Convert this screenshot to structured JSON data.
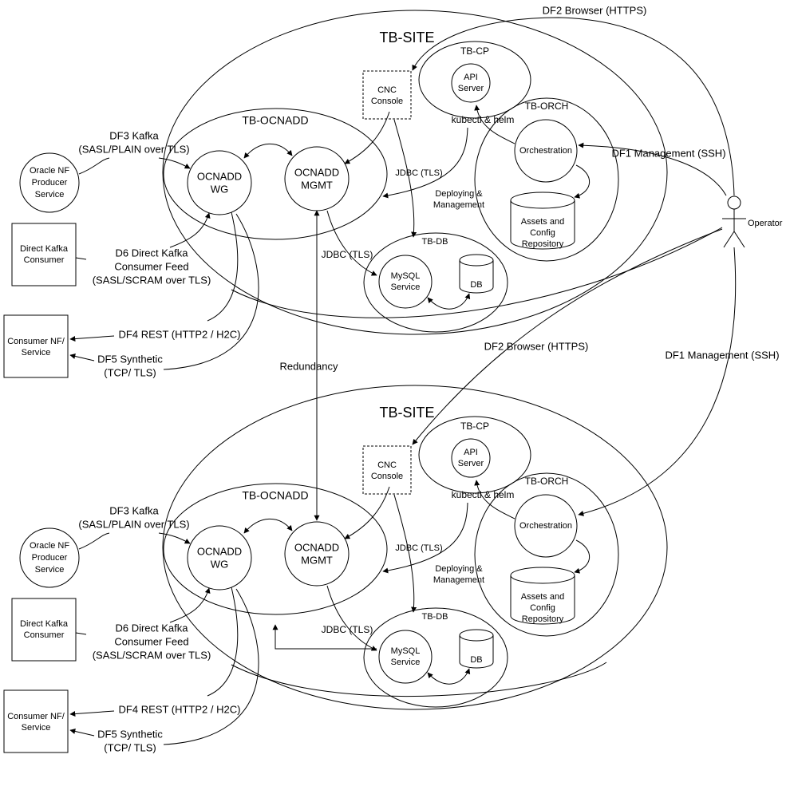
{
  "top_label_df2": "DF2 Browser (HTTPS)",
  "mid_label_df2": "DF2 Browser (HTTPS)",
  "mid_label_df1": "DF1 Management (SSH)",
  "redundancy": "Redundancy",
  "operator": "Operator",
  "sites": [
    {
      "site": "TB-SITE",
      "cp": "TB-CP",
      "api": [
        "API",
        "Server"
      ],
      "cnc": [
        "CNC",
        "Console"
      ],
      "kubectl": "kubectl & helm",
      "orch_title": "TB-ORCH",
      "orchestration": "Orchestration",
      "assets": [
        "Assets and",
        "Config",
        "Repository"
      ],
      "df1": "DF1 Management (SSH)",
      "ocnadd_title": "TB-OCNADD",
      "wg": [
        "OCNADD",
        "WG"
      ],
      "mgmt": [
        "OCNADD",
        "MGMT"
      ],
      "jdbc_tls": "JDBC (TLS)",
      "deploying": [
        "Deploying &",
        "Management"
      ],
      "db_title": "TB-DB",
      "mysql": [
        "MySQL",
        "Service"
      ],
      "db": "DB",
      "jdbc_lower": "JDBC (TLS)",
      "df3": [
        "DF3 Kafka",
        "(SASL/PLAIN over TLS)"
      ],
      "oracle_nf": [
        "Oracle NF",
        "Producer",
        "Service"
      ],
      "dkc": [
        "Direct Kafka",
        "Consumer"
      ],
      "df6": [
        "D6 Direct Kafka",
        "Consumer Feed",
        "(SASL/SCRAM over TLS)"
      ],
      "consumer_nf": [
        "Consumer NF/",
        "Service"
      ],
      "df4": "DF4 REST (HTTP2 / H2C)",
      "df5": [
        "DF5 Synthetic",
        "(TCP/ TLS)"
      ]
    },
    {
      "site": "TB-SITE",
      "cp": "TB-CP",
      "api": [
        "API",
        "Server"
      ],
      "cnc": [
        "CNC",
        "Console"
      ],
      "kubectl": "kubectl & helm",
      "orch_title": "TB-ORCH",
      "orchestration": "Orchestration",
      "assets": [
        "Assets and",
        "Config",
        "Repository"
      ],
      "df1": "",
      "ocnadd_title": "TB-OCNADD",
      "wg": [
        "OCNADD",
        "WG"
      ],
      "mgmt": [
        "OCNADD",
        "MGMT"
      ],
      "jdbc_tls": "JDBC (TLS)",
      "deploying": [
        "Deploying &",
        "Management"
      ],
      "db_title": "TB-DB",
      "mysql": [
        "MySQL",
        "Service"
      ],
      "db": "DB",
      "jdbc_lower": "JDBC (TLS)",
      "df3": [
        "DF3 Kafka",
        "(SASL/PLAIN over TLS)"
      ],
      "oracle_nf": [
        "Oracle NF",
        "Producer",
        "Service"
      ],
      "dkc": [
        "Direct Kafka",
        "Consumer"
      ],
      "df6": [
        "D6 Direct Kafka",
        "Consumer Feed",
        "(SASL/SCRAM over TLS)"
      ],
      "consumer_nf": [
        "Consumer NF/",
        "Service"
      ],
      "df4": "DF4 REST (HTTP2 / H2C)",
      "df5": [
        "DF5 Synthetic",
        "(TCP/ TLS)"
      ]
    }
  ]
}
